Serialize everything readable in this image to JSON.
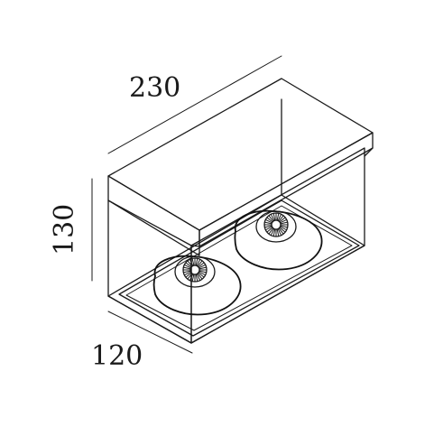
{
  "dimensions": {
    "width": "230",
    "height": "130",
    "depth": "120"
  },
  "colors": {
    "line": "#1a1a1a",
    "background": "#ffffff"
  }
}
